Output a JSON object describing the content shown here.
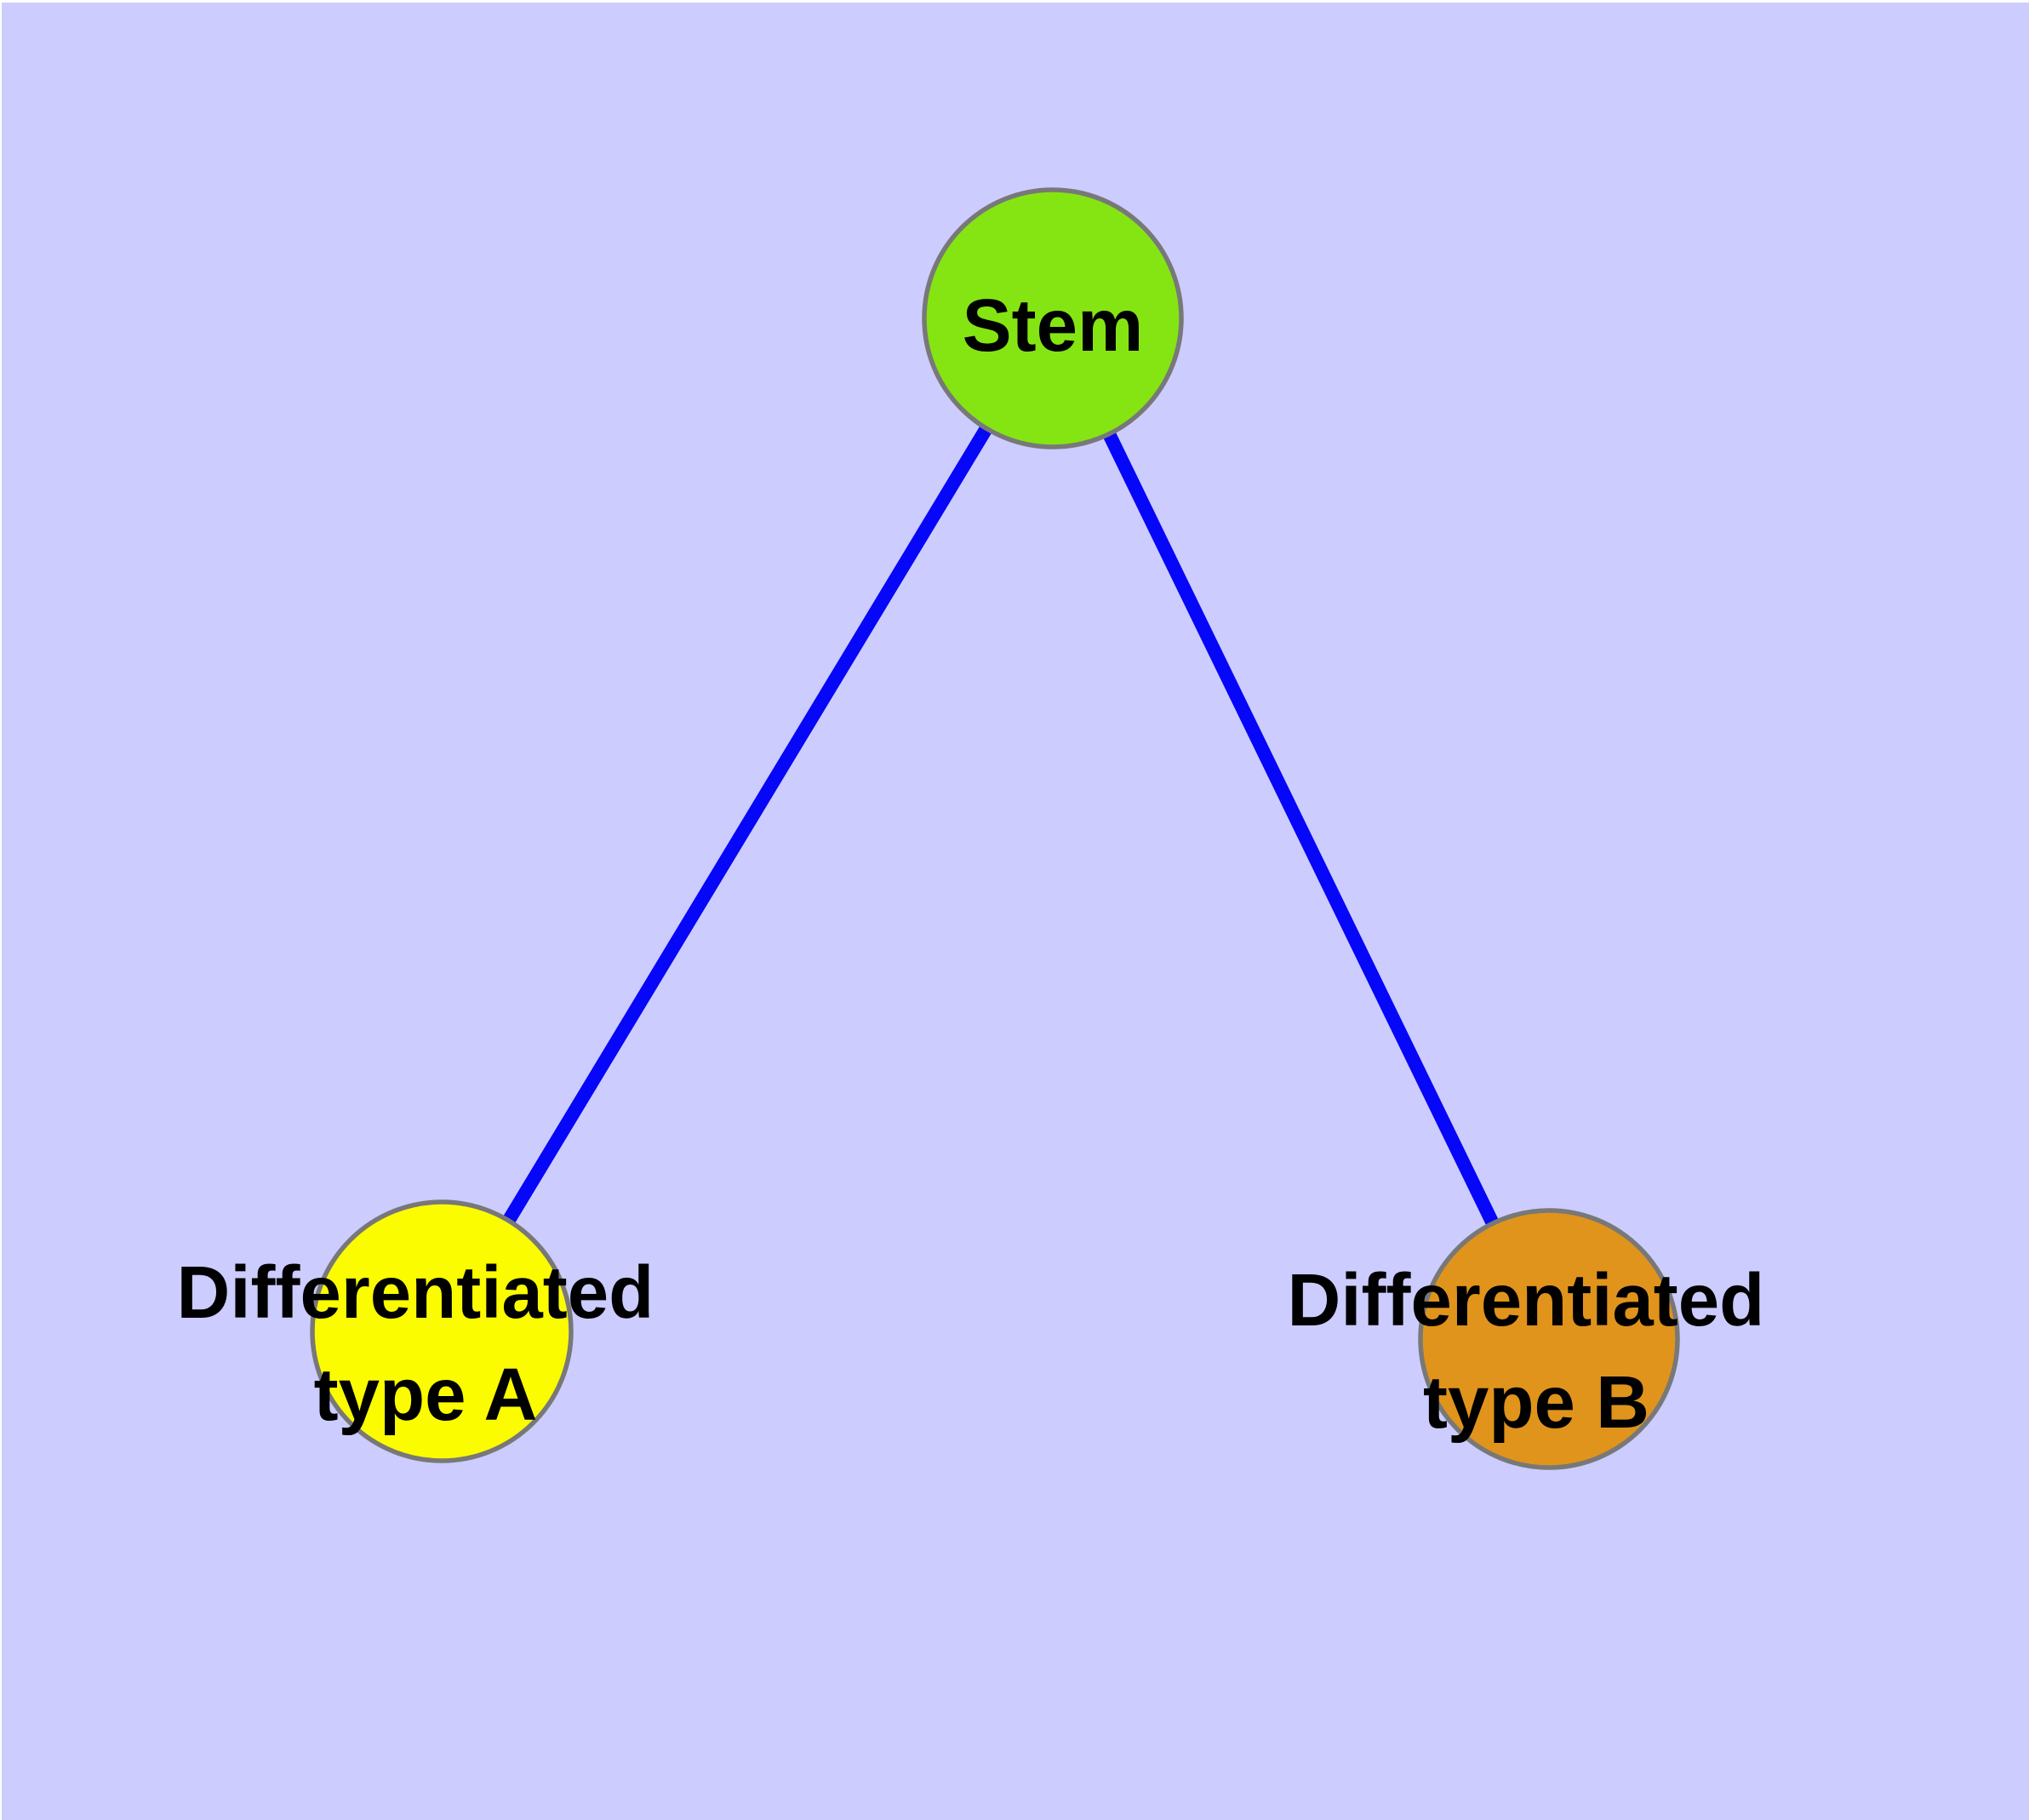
{
  "canvas": {
    "background": "#CCCCFF",
    "edge_color": "#0606F8",
    "node_border_color": "#787878",
    "label_color": "#000000"
  },
  "nodes": {
    "stem": {
      "label": "Stem",
      "fill": "#85E512"
    },
    "diff_a": {
      "line1": "Differentiated",
      "line2": "type A",
      "fill": "#FCFC00"
    },
    "diff_b": {
      "line1": "Differentiated",
      "line2": "type B",
      "fill": "#E0941C"
    }
  },
  "edges": [
    {
      "from": "Stem",
      "to": "Differentiated type A"
    },
    {
      "from": "Stem",
      "to": "Differentiated type B"
    }
  ]
}
